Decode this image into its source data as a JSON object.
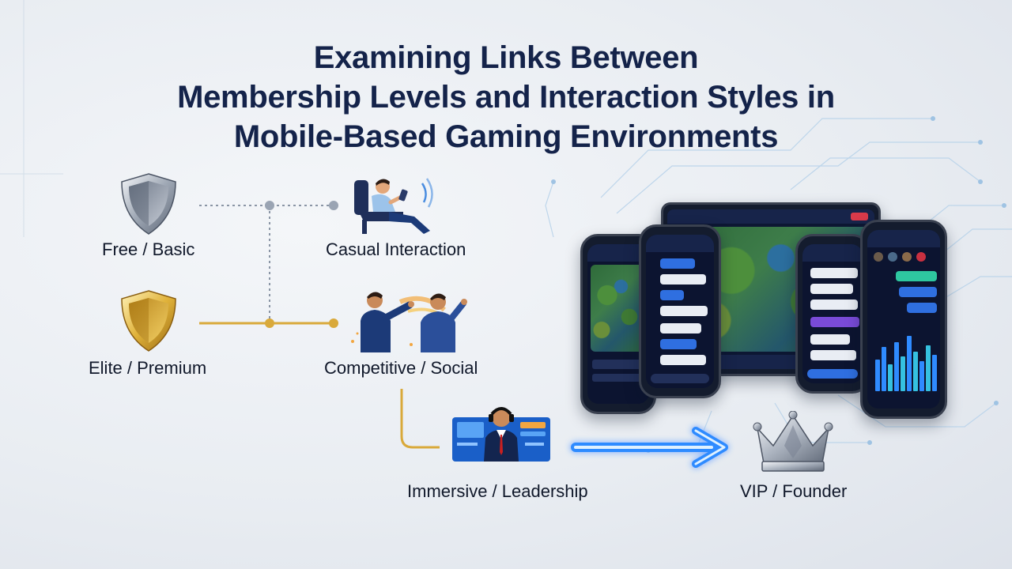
{
  "title": {
    "line1": "Examining Links Between",
    "line2": "Membership Levels and Interaction Styles in",
    "line3": "Mobile-Based Gaming Environments"
  },
  "tiers": {
    "free": "Free / Basic",
    "elite": "Elite / Premium",
    "vip": "VIP / Founder"
  },
  "interactions": {
    "casual": "Casual Interaction",
    "competitive": "Competitive / Social",
    "immersive": "Immersive / Leadership"
  },
  "icons": {
    "free": "silver-shield-icon",
    "elite": "gold-shield-icon",
    "vip": "silver-crown-icon",
    "casual": "relaxed-gamer-icon",
    "competitive": "competing-players-icon",
    "immersive": "headset-leader-icon"
  },
  "colors": {
    "title": "#14234a",
    "gold_connector": "#d9a93a",
    "grey_connector": "#8a95a5",
    "arrow": "#2f8bff"
  }
}
